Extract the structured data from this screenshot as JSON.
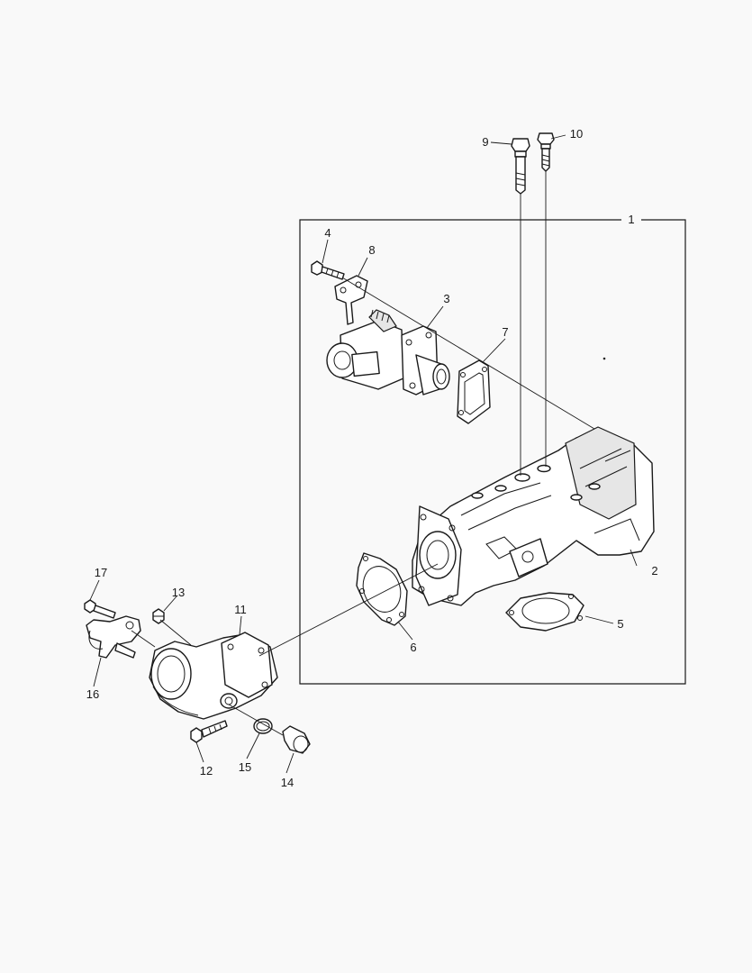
{
  "callouts": {
    "c1": "1",
    "c2": "2",
    "c3": "3",
    "c4": "4",
    "c5": "5",
    "c6": "6",
    "c7": "7",
    "c8": "8",
    "c9": "9",
    "c10": "10",
    "c11": "11",
    "c12": "12",
    "c13": "13",
    "c14": "14",
    "c15": "15",
    "c16": "16",
    "c17": "17"
  },
  "colors": {
    "background": "#f9f9f9",
    "line": "#1a1a1a",
    "part_fill": "#ffffff"
  }
}
